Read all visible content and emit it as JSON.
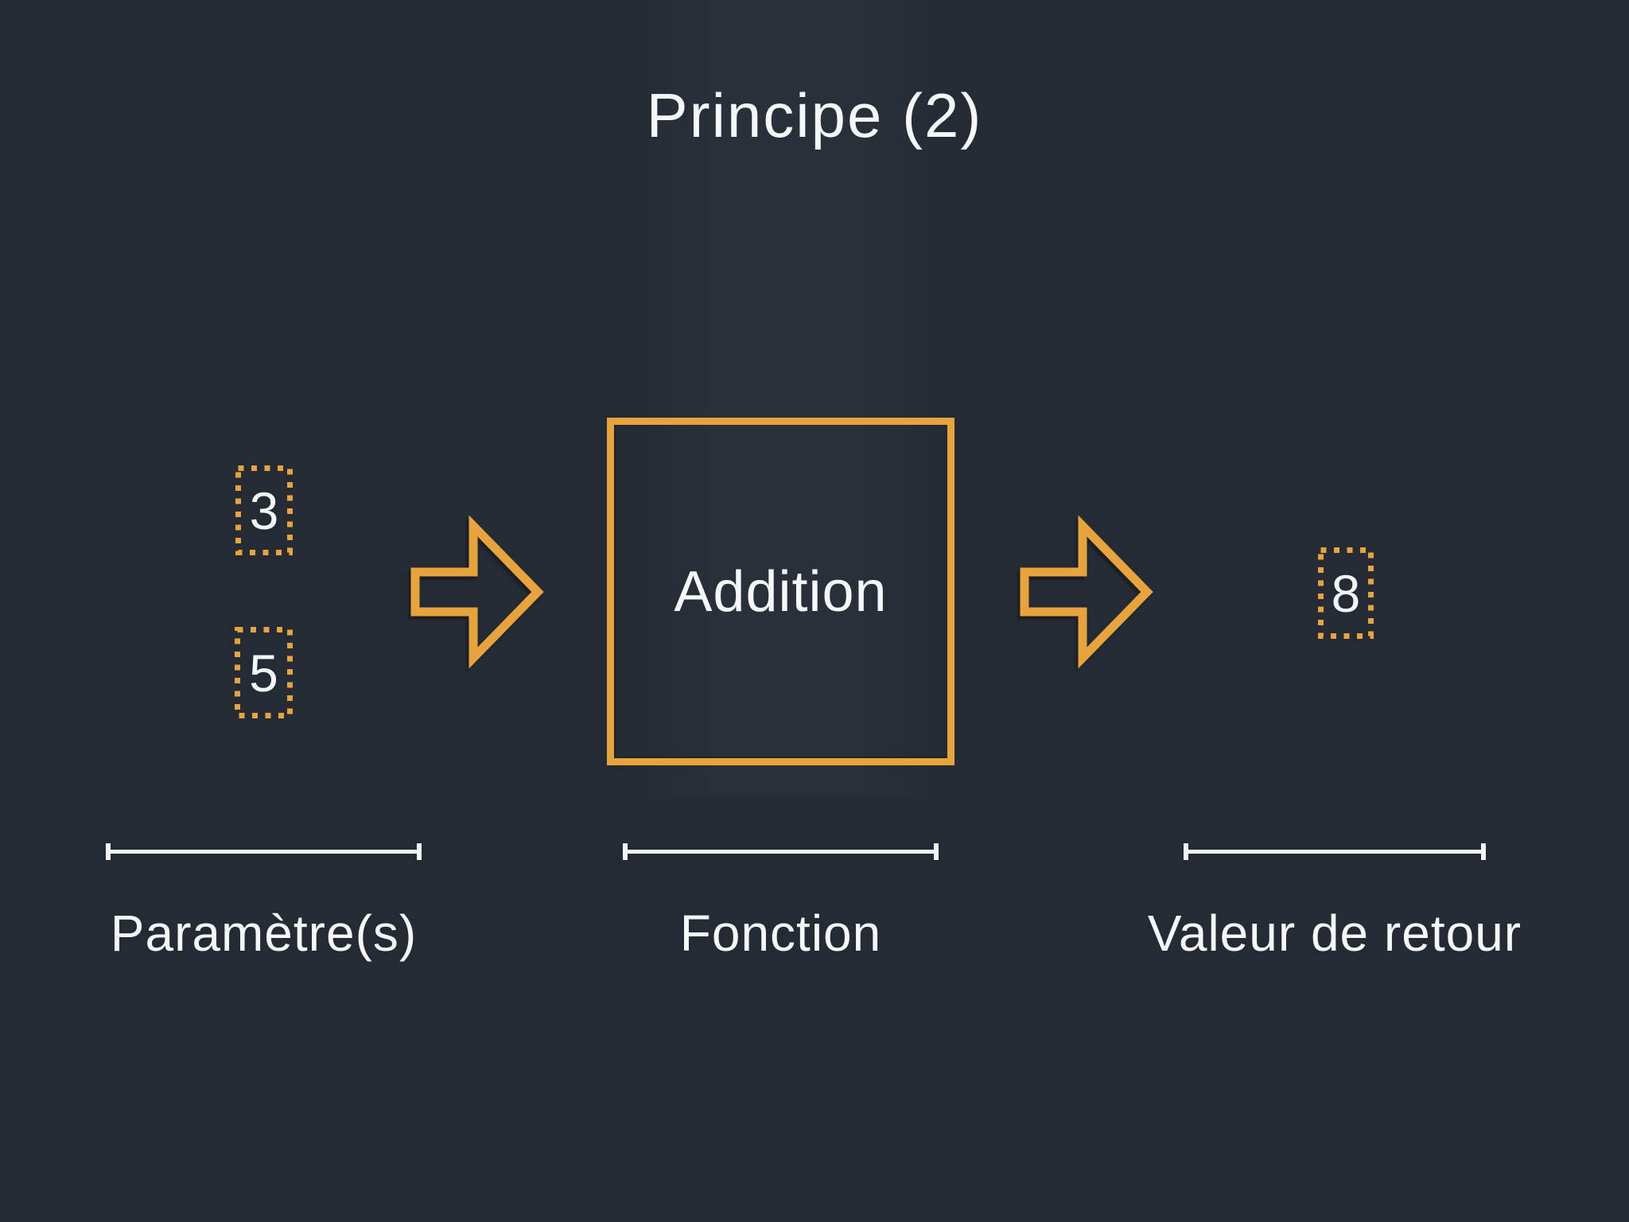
{
  "slide": {
    "title": "Principe (2)",
    "parameters": {
      "label": "Paramètre(s)",
      "values": [
        "3",
        "5"
      ]
    },
    "function": {
      "label": "Fonction",
      "name": "Addition"
    },
    "return_value": {
      "label": "Valeur de retour",
      "value": "8"
    }
  },
  "colors": {
    "background": "#252b35",
    "accent_orange": "#e7a33c",
    "text_white": "#f5f6f8"
  },
  "icons": {
    "flow_arrow": "right-arrow-outline"
  }
}
